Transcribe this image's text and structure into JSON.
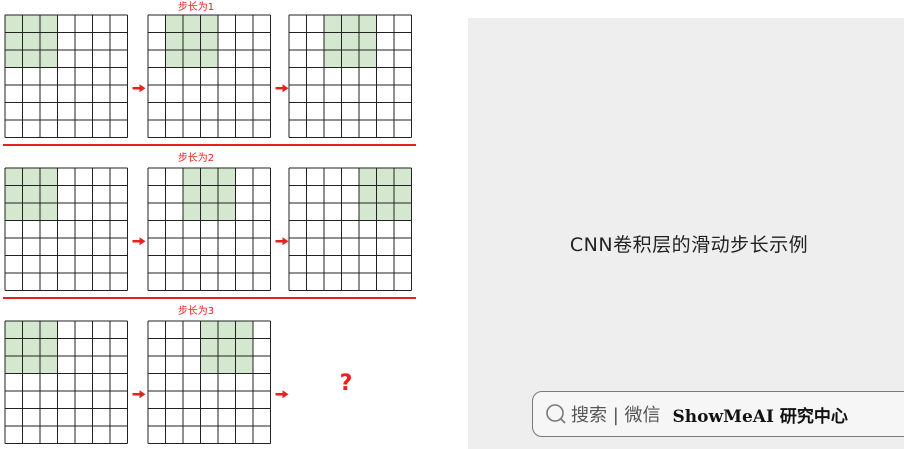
{
  "diagram": {
    "rows": [
      {
        "stride_label": "步长为1",
        "stride": 1,
        "steps": 3,
        "shows_unknown": false
      },
      {
        "stride_label": "步长为2",
        "stride": 2,
        "steps": 3,
        "shows_unknown": false
      },
      {
        "stride_label": "步长为3",
        "stride": 3,
        "steps": 2,
        "shows_unknown": true
      }
    ],
    "grid_size": 7,
    "kernel_size": 3,
    "unknown_symbol": "?",
    "colors": {
      "highlight": "#d4e8cf",
      "grid_line": "#222222",
      "accent_red": "#e8211e"
    }
  },
  "caption": {
    "title": "CNN卷积层的滑动步长示例"
  },
  "watermark": {
    "search_text": "搜索 | 微信",
    "brand": "ShowMeAI 研究中心"
  }
}
